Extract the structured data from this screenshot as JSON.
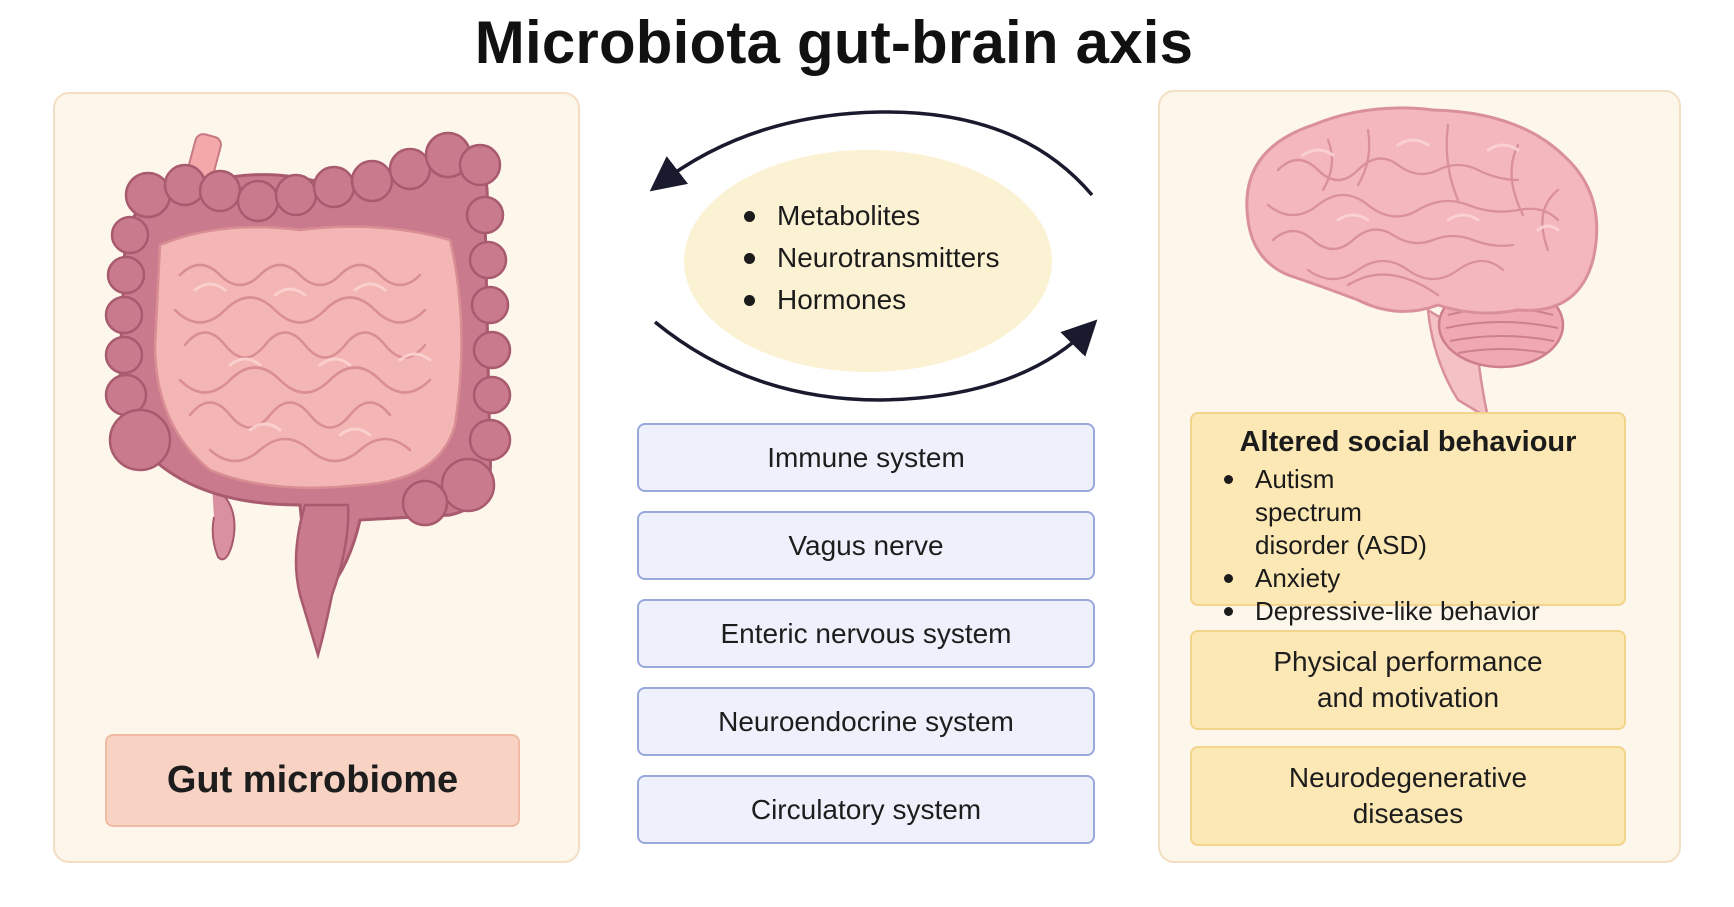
{
  "title": "Microbiota gut-brain axis",
  "gut": {
    "label": "Gut microbiome"
  },
  "signals": [
    "Metabolites",
    "Neurotransmitters",
    "Hormones"
  ],
  "routes": [
    "Immune system",
    "Vagus nerve",
    "Enteric nervous system",
    "Neuroendocrine system",
    "Circulatory system"
  ],
  "effects": {
    "social": {
      "title": "Altered social behaviour",
      "items": [
        "Autism spectrum disorder (ASD)",
        "Anxiety",
        "Depressive-like behavior"
      ]
    },
    "physical": "Physical performance and motivation",
    "neuro": "Neurodegenerative diseases"
  },
  "colors": {
    "panel_bg": "#fdf6ea",
    "gut_label_bg": "#f8d3c3",
    "route_bg": "#eef1fb",
    "route_border": "#98a8db",
    "effect_bg": "#fce8b4",
    "signal_ellipse": "#fbf1d3",
    "intestine_pink": "#f4b5b5",
    "colon_mauve": "#c97a8c",
    "brain_pink": "#f4b7bd"
  },
  "icons": [
    "intestine-illustration",
    "brain-illustration",
    "arrow-to-gut",
    "arrow-to-brain"
  ]
}
